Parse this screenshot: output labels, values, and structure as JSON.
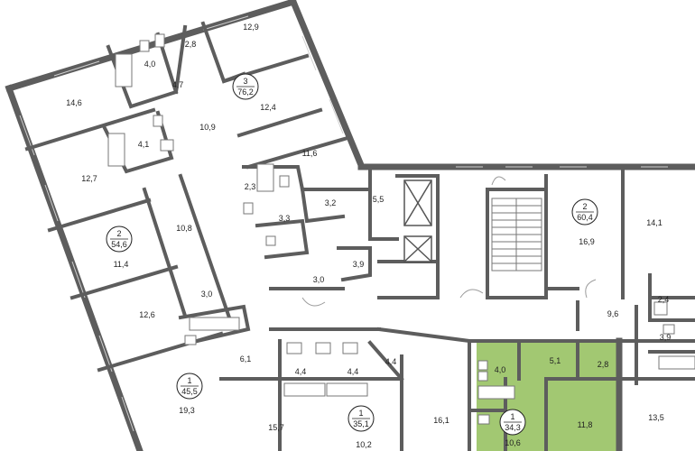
{
  "rooms": [
    {
      "id": "r1",
      "label": "12,9"
    },
    {
      "id": "r2",
      "label": "2,8"
    },
    {
      "id": "r3",
      "label": "4,0"
    },
    {
      "id": "r4",
      "label": "4,7"
    },
    {
      "id": "r5",
      "label": "14,6"
    },
    {
      "id": "r6",
      "label": "12,4"
    },
    {
      "id": "r7",
      "label": "10,9"
    },
    {
      "id": "r8",
      "label": "4,1"
    },
    {
      "id": "r9",
      "label": "11,6"
    },
    {
      "id": "r10",
      "label": "12,7"
    },
    {
      "id": "r11",
      "label": "2,3"
    },
    {
      "id": "r12",
      "label": "3,2"
    },
    {
      "id": "r13",
      "label": "5,5"
    },
    {
      "id": "r14",
      "label": "3,3"
    },
    {
      "id": "r15",
      "label": "10,8"
    },
    {
      "id": "r16",
      "label": "11,4"
    },
    {
      "id": "r17",
      "label": "3,9"
    },
    {
      "id": "r18",
      "label": "3,0"
    },
    {
      "id": "r19",
      "label": "3,0"
    },
    {
      "id": "r20",
      "label": "12,6"
    },
    {
      "id": "r21",
      "label": "16,9"
    },
    {
      "id": "r22",
      "label": "14,1"
    },
    {
      "id": "r23",
      "label": "2,4"
    },
    {
      "id": "r24",
      "label": "9,6"
    },
    {
      "id": "r25",
      "label": "3,9"
    },
    {
      "id": "r26",
      "label": "6,1"
    },
    {
      "id": "r27",
      "label": "4,4"
    },
    {
      "id": "r28",
      "label": "4,4"
    },
    {
      "id": "r29",
      "label": "4,4"
    },
    {
      "id": "r30",
      "label": "19,3"
    },
    {
      "id": "r31",
      "label": "15,7"
    },
    {
      "id": "r32",
      "label": "10,2"
    },
    {
      "id": "r33",
      "label": "16,1"
    },
    {
      "id": "r34",
      "label": "4,0"
    },
    {
      "id": "r35",
      "label": "5,1"
    },
    {
      "id": "r36",
      "label": "2,8"
    },
    {
      "id": "r37",
      "label": "11,8"
    },
    {
      "id": "r38",
      "label": "10,6"
    },
    {
      "id": "r39",
      "label": "13,5"
    }
  ],
  "apartments": [
    {
      "id": "a1",
      "rooms_count": "3",
      "area": "76,2"
    },
    {
      "id": "a2",
      "rooms_count": "2",
      "area": "54,6"
    },
    {
      "id": "a3",
      "rooms_count": "2",
      "area": "60,4"
    },
    {
      "id": "a4",
      "rooms_count": "1",
      "area": "45,5"
    },
    {
      "id": "a5",
      "rooms_count": "1",
      "area": "35,1"
    },
    {
      "id": "a6",
      "rooms_count": "1",
      "area": "34,3"
    }
  ],
  "colors": {
    "highlight": "#9dc56a",
    "wall": "#5d5d5d"
  }
}
